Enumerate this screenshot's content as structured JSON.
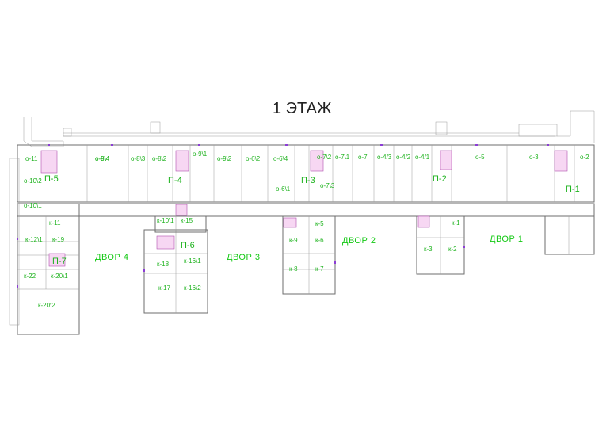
{
  "title": "1 ЭТАЖ",
  "colors": {
    "label": "#1fb31f",
    "wall": "#6e6e6e",
    "stair": "#f7d7f3",
    "window": "#8c3cd6"
  },
  "rooms": [
    "о-11",
    "о-10\\2",
    "о-10\\1",
    "о-9\\4",
    "о-8\\4",
    "о-8\\3",
    "о-8\\2",
    "о-9\\1",
    "о-9\\2",
    "о-6\\2",
    "о-6\\4",
    "о-6\\1",
    "о-7\\2",
    "о-7\\1",
    "о-7\\3",
    "о-7",
    "о-4/3",
    "о-4/2",
    "о-4/1",
    "о-5",
    "о-3",
    "о-2",
    "к-11",
    "к-12\\1",
    "к-19",
    "к-20\\2",
    "к-20\\1",
    "к-22",
    "к-10\\1",
    "к-15",
    "к-16\\1",
    "к-18",
    "к-17",
    "к-16\\2",
    "к-9",
    "к-5",
    "к-8",
    "к-6",
    "к-7",
    "к-3",
    "к-1",
    "к-2"
  ],
  "stairs": [
    "П-5",
    "П-4",
    "П-3",
    "П-2",
    "П-1",
    "П-6",
    "П-7"
  ],
  "yards": [
    "ДВОР 4",
    "ДВОР 3",
    "ДВОР 2",
    "ДВОР 1"
  ]
}
